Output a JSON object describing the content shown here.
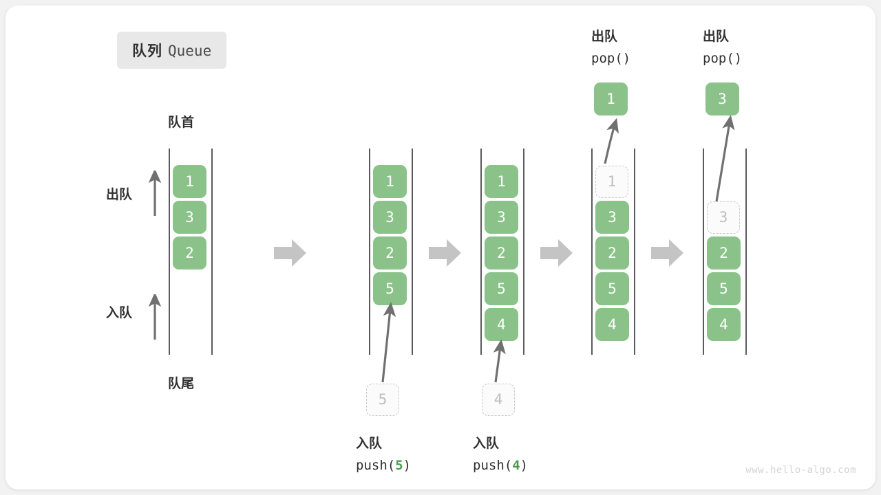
{
  "title": {
    "cn": "队列",
    "en": "Queue"
  },
  "labels": {
    "front": "队首",
    "rear": "队尾",
    "dequeue": "出队",
    "enqueue": "入队"
  },
  "colors": {
    "element": "#8bc28a",
    "ghost_border": "#c9c9c9",
    "ghost_text": "#bdbdbd",
    "rail": "#5a5a5a",
    "arrow": "#707070",
    "step_arrow": "#c4c4c4",
    "badge_bg": "#e8e8e8",
    "text": "#2f2f2f",
    "accent_digit": "#4e9a51",
    "card_bg": "#ffffff",
    "page_bg": "#f2f2f2"
  },
  "columns": [
    {
      "name": "initial",
      "items": [
        {
          "value": "1",
          "state": "solid"
        },
        {
          "value": "3",
          "state": "solid"
        },
        {
          "value": "2",
          "state": "solid"
        }
      ]
    },
    {
      "name": "after-push-5",
      "items": [
        {
          "value": "1",
          "state": "solid"
        },
        {
          "value": "3",
          "state": "solid"
        },
        {
          "value": "2",
          "state": "solid"
        },
        {
          "value": "5",
          "state": "solid"
        }
      ]
    },
    {
      "name": "after-push-4",
      "items": [
        {
          "value": "1",
          "state": "solid"
        },
        {
          "value": "3",
          "state": "solid"
        },
        {
          "value": "2",
          "state": "solid"
        },
        {
          "value": "5",
          "state": "solid"
        },
        {
          "value": "4",
          "state": "solid"
        }
      ]
    },
    {
      "name": "after-pop-1",
      "items": [
        {
          "value": "1",
          "state": "ghost"
        },
        {
          "value": "3",
          "state": "solid"
        },
        {
          "value": "2",
          "state": "solid"
        },
        {
          "value": "5",
          "state": "solid"
        },
        {
          "value": "4",
          "state": "solid"
        }
      ]
    },
    {
      "name": "after-pop-3",
      "items": [
        {
          "value": "",
          "state": "empty"
        },
        {
          "value": "3",
          "state": "ghost"
        },
        {
          "value": "2",
          "state": "solid"
        },
        {
          "value": "5",
          "state": "solid"
        },
        {
          "value": "4",
          "state": "solid"
        }
      ]
    }
  ],
  "operations": {
    "push_5": {
      "op_cn": "入队",
      "code_prefix": "push(",
      "code_value": "5",
      "code_suffix": ")",
      "ghost_value": "5"
    },
    "push_4": {
      "op_cn": "入队",
      "code_prefix": "push(",
      "code_value": "4",
      "code_suffix": ")",
      "ghost_value": "4"
    },
    "pop_1": {
      "op_cn": "出队",
      "code": "pop()",
      "popped_value": "1"
    },
    "pop_3": {
      "op_cn": "出队",
      "code": "pop()",
      "popped_value": "3"
    }
  },
  "watermark": "www.hello-algo.com"
}
